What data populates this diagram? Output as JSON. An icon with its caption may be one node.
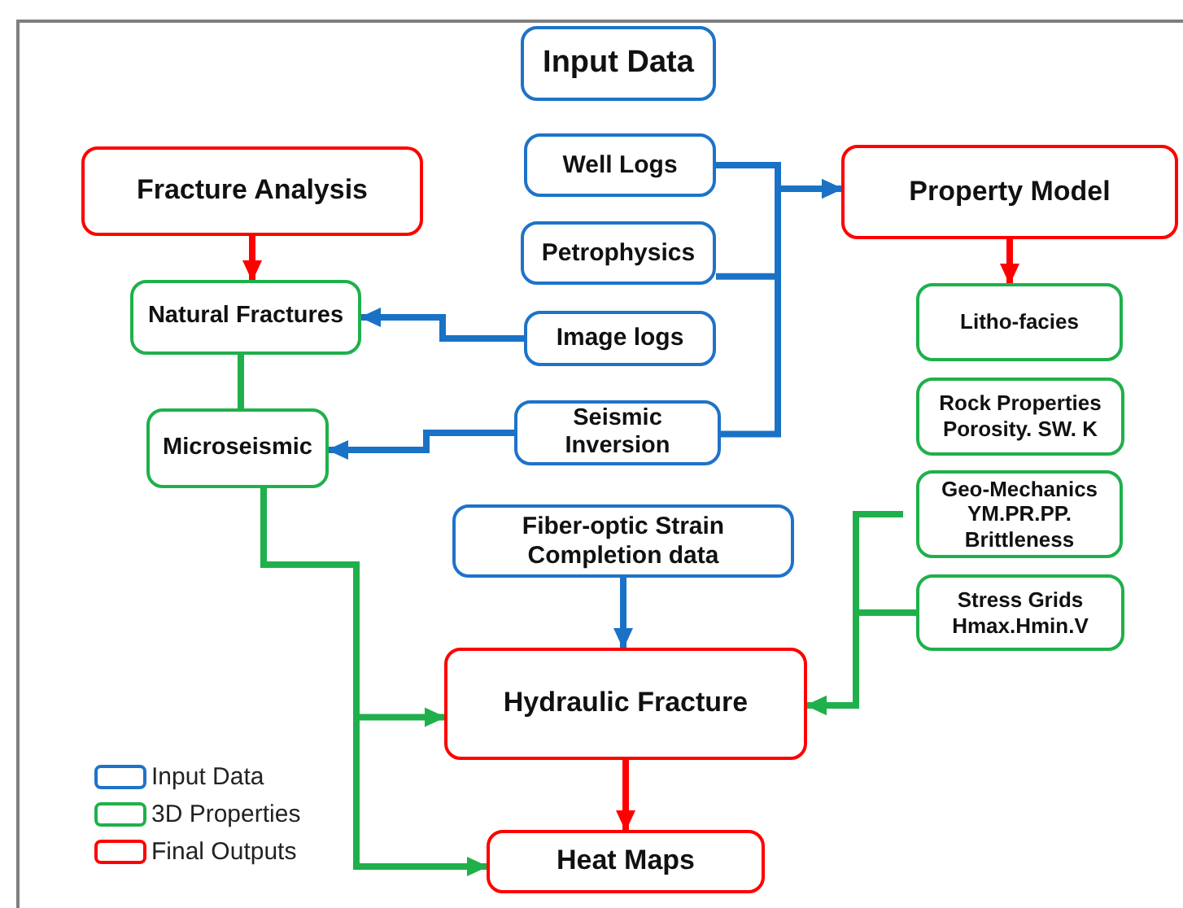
{
  "diagram": {
    "nodes": [
      {
        "text": [
          "Input Data"
        ]
      },
      {
        "text": [
          "Fracture Analysis"
        ]
      },
      {
        "text": [
          "Well Logs"
        ]
      },
      {
        "text": [
          "Property Model"
        ]
      },
      {
        "text": [
          "Petrophysics"
        ]
      },
      {
        "text": [
          "Natural Fractures"
        ]
      },
      {
        "text": [
          "Litho-facies"
        ]
      },
      {
        "text": [
          "Image logs"
        ]
      },
      {
        "text": [
          "Rock Properties",
          "Porosity. SW. K"
        ]
      },
      {
        "text": [
          "Seismic Inversion"
        ]
      },
      {
        "text": [
          "Microseismic"
        ]
      },
      {
        "text": [
          "Geo-Mechanics",
          "YM.PR.PP. Brittleness"
        ]
      },
      {
        "text": [
          "Fiber-optic Strain",
          "Completion data"
        ]
      },
      {
        "text": [
          "Stress Grids",
          "Hmax.Hmin.V"
        ]
      },
      {
        "text": [
          "Hydraulic Fracture"
        ]
      },
      {
        "text": [
          "Heat Maps"
        ]
      }
    ],
    "edges": [
      {
        "from": 1,
        "to": 5,
        "arrow": "to",
        "color": "#ff0000"
      },
      {
        "from": 2,
        "to": 3,
        "arrow": "to"
      },
      {
        "from": 4,
        "to": 3,
        "arrow": "to"
      },
      {
        "from": 9,
        "to": 3,
        "arrow": "to"
      },
      {
        "from": 7,
        "to": 5,
        "arrow": "to"
      },
      {
        "from": 9,
        "to": 10,
        "arrow": "to"
      },
      {
        "from": 5,
        "to": 10,
        "arrow": "none",
        "color": "#1fb04b"
      },
      {
        "from": 10,
        "to": 14,
        "arrow": "to",
        "color": "#1fb04b"
      },
      {
        "from": 10,
        "to": 15,
        "arrow": "to",
        "color": "#1fb04b"
      },
      {
        "from": 11,
        "to": 14,
        "arrow": "to",
        "color": "#1fb04b"
      },
      {
        "from": 13,
        "to": 14,
        "arrow": "to",
        "color": "#1fb04b"
      },
      {
        "from": 12,
        "to": 14,
        "arrow": "to"
      },
      {
        "from": 14,
        "to": 15,
        "arrow": "to",
        "color": "#ff0000"
      },
      {
        "from": 3,
        "to": 6,
        "arrow": "to",
        "color": "#ff0000"
      }
    ],
    "legend": [
      {
        "text": "Input Data",
        "color": "#1e73c8"
      },
      {
        "text": "3D Properties",
        "color": "#1fb04b"
      },
      {
        "text": "Final Outputs",
        "color": "#ff0000"
      }
    ]
  }
}
